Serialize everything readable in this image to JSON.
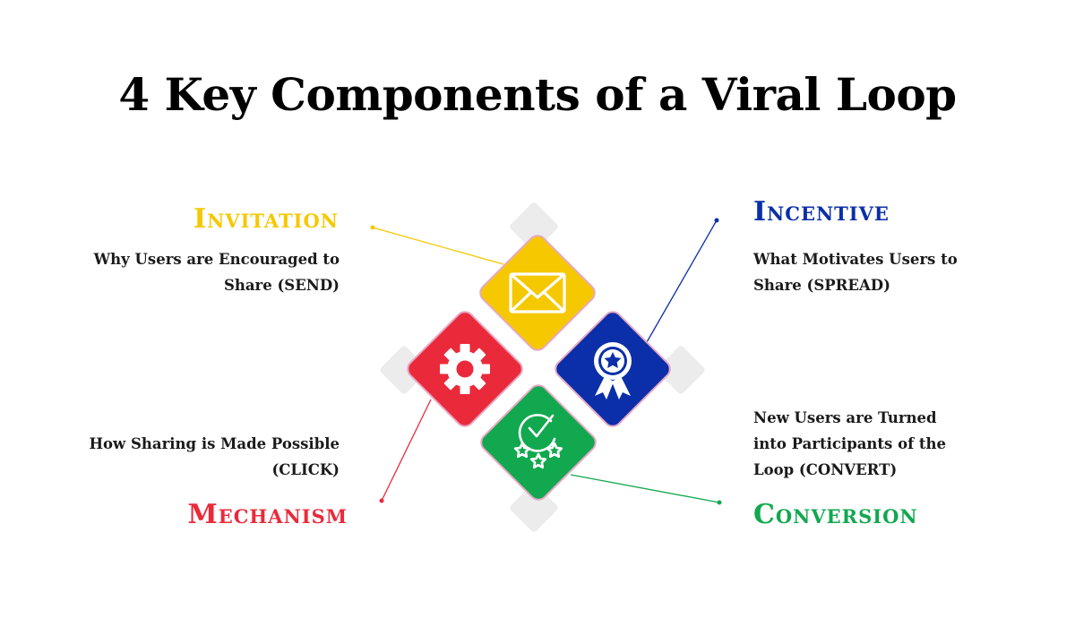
{
  "title": "4 Key Components of a Viral Loop",
  "components": {
    "invitation": {
      "heading": "Invitation",
      "description": "Why Users are Encouraged to Share (SEND)",
      "color": "#f5c800",
      "icon": "envelope-icon"
    },
    "incentive": {
      "heading": "Incentive",
      "description": "What Motivates Users to Share (SPREAD)",
      "color": "#0b2fa8",
      "icon": "award-ribbon-icon"
    },
    "mechanism": {
      "heading": "Mechanism",
      "description": "How Sharing is Made Possible (CLICK)",
      "color": "#ea2a3b",
      "icon": "gear-icon"
    },
    "conversion": {
      "heading": "Conversion",
      "description": "New Users are Turned into Participants of the Loop (CONVERT)",
      "color": "#12a84f",
      "icon": "check-stars-icon"
    }
  },
  "decor_color": "#ececec"
}
